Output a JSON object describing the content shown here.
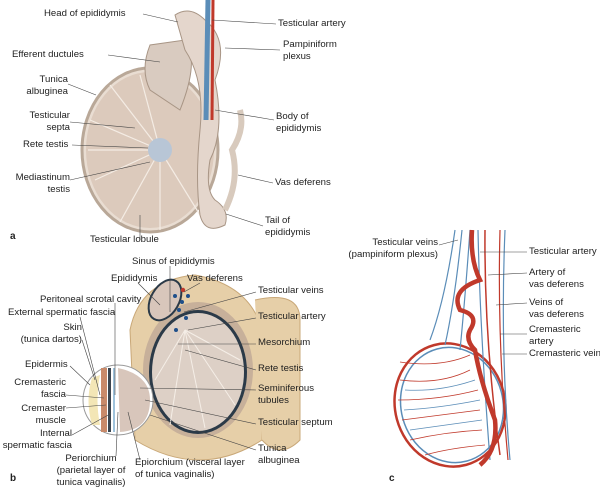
{
  "panels": {
    "a": {
      "letter": "a",
      "labels": {
        "head_epididymis": "Head of epididymis",
        "efferent_ductules": "Efferent ductules",
        "tunica_albuginea": "Tunica\nalbuginea",
        "testicular_septa": "Testicular\nsepta",
        "rete_testis": "Rete testis",
        "mediastinum_testis": "Mediastinum\ntestis",
        "testicular_lobule": "Testicular lobule",
        "testicular_artery": "Testicular artery",
        "pampiniform_plexus": "Pampiniform\nplexus",
        "body_epididymis": "Body of\nepididymis",
        "vas_deferens": "Vas deferens",
        "tail_epididymis": "Tail of\nepididymis"
      }
    },
    "b": {
      "letter": "b",
      "labels": {
        "sinus_epididymis": "Sinus of epididymis",
        "epididymis": "Epididymis",
        "vas_deferens": "Vas deferens",
        "peritoneal_cavity": "Peritoneal scrotal cavity",
        "external_fascia": "External spermatic fascia",
        "skin": "Skin\n(tunica dartos)",
        "epidermis": "Epidermis",
        "cremasteric_fascia": "Cremasteric\nfascia",
        "cremaster_muscle": "Cremaster\nmuscle",
        "internal_fascia": "Internal\nspermatic fascia",
        "periorchium": "Periorchium\n(parietal layer of\ntunica vaginalis)",
        "epiorchium": "Epiorchium (visceral layer\nof tunica vaginalis)",
        "testicular_veins": "Testicular veins",
        "testicular_artery": "Testicular artery",
        "mesorchium": "Mesorchium",
        "rete_testis": "Rete testis",
        "seminiferous_tubules": "Seminiferous\ntubules",
        "testicular_septum": "Testicular septum",
        "tunica_albuginea": "Tunica\nalbuginea"
      }
    },
    "c": {
      "letter": "c",
      "labels": {
        "testicular_veins": "Testicular veins\n(pampiniform plexus)",
        "testicular_artery": "Testicular artery",
        "artery_vas": "Artery of\nvas deferens",
        "veins_vas": "Veins of\nvas deferens",
        "cremasteric_artery": "Cremasteric\nartery",
        "cremasteric_vein": "Cremasteric vein"
      }
    }
  },
  "colors": {
    "artery": "#c0392b",
    "vein": "#5b8db8",
    "tissue": "#d9c4b4",
    "skin": "#f1e3b8"
  }
}
